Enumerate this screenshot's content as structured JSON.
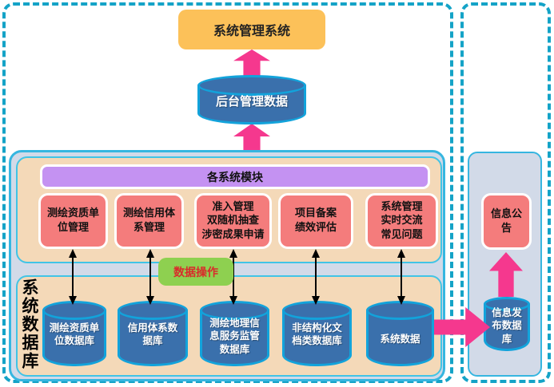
{
  "top_system": {
    "label": "系统管理系统"
  },
  "backend_data": {
    "label": "后台管理数据"
  },
  "left_panel": {
    "modules_header": "各系统模块",
    "modules": [
      {
        "label": "测绘资质单\n位管理"
      },
      {
        "label": "测绘信用体\n系管理"
      },
      {
        "label": "准入管理\n双随机抽查\n涉密成果申请"
      },
      {
        "label": "项目备案\n绩效评估"
      },
      {
        "label": "系统管理\n实时交流\n常见问题"
      }
    ],
    "data_ops_label": "数据操作",
    "db_section_label": "系统数据库",
    "databases": [
      {
        "label": "测绘资质单\n位数据库"
      },
      {
        "label": "信用体系数\n据库"
      },
      {
        "label": "测绘地理信\n息服务监管\n数据库"
      },
      {
        "label": "非结构化文\n档类数据库"
      },
      {
        "label": "系统数据"
      }
    ]
  },
  "right_panel": {
    "info_board_label": "信息公\n告",
    "info_db_label": "信息发\n布数据\n库"
  },
  "colors": {
    "dashed_frame": "#14A3C7",
    "container_fill": "#D2DAE8",
    "container_border": "#36B6E0",
    "panel_fill": "#F4D9B8",
    "panel_border": "#41C4E6",
    "module_header_fill": "#C492F2",
    "module_box_fill": "#F47C7C",
    "top_system_fill": "#FCC159",
    "data_ops_fill": "#8ED050",
    "data_ops_text": "#D92B2B",
    "cylinder_fill": "#3A70AC",
    "cylinder_border": "#12A3DB",
    "pink_arrow": "#F5388E"
  }
}
